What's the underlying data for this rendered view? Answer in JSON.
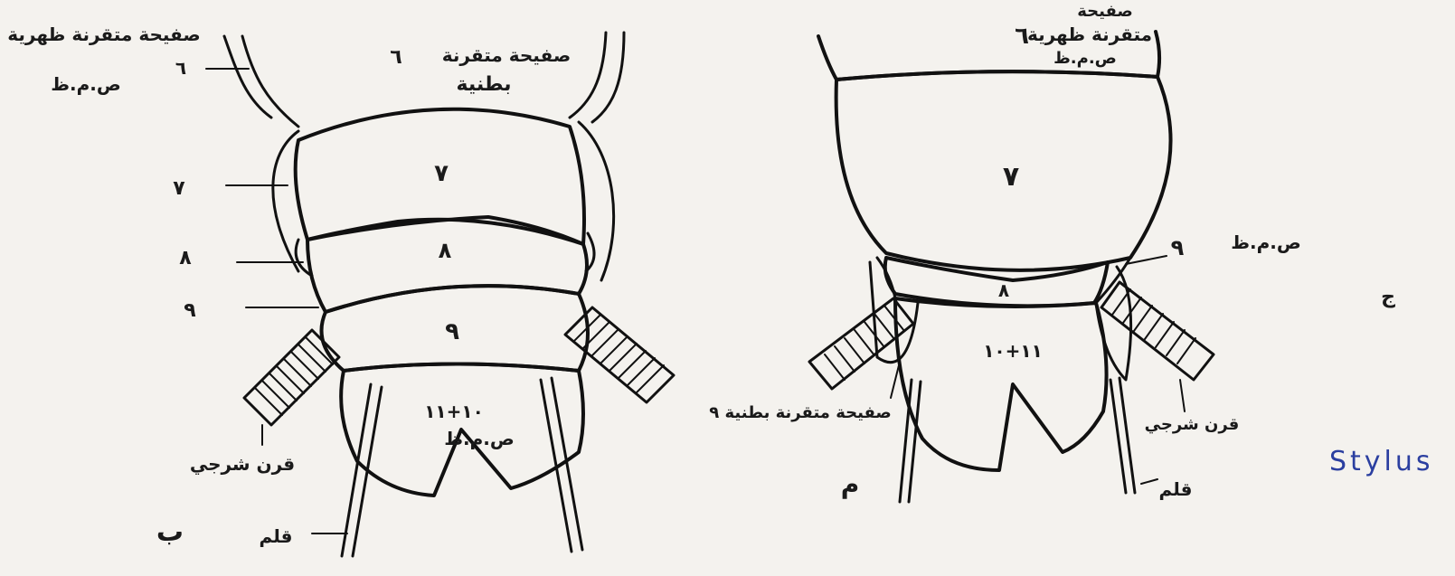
{
  "left_figure": {
    "figure_letter": "ب",
    "tergite_6_label": "صفيحة متقرنة ظهرية",
    "tergite_6_number": "٦",
    "tergite_6_abbrev": "ص.م.ظ",
    "sternite_label_line1": "صفيحة متقرنة",
    "sternite_label_line2": "بطنية",
    "sternite_number": "٦",
    "side_labels": [
      "٧",
      "٨",
      "٩"
    ],
    "segment_numbers": [
      "٧",
      "٨",
      "٩"
    ],
    "seg_10_11": "١٠+١١",
    "seg_abbrev": "ص.م.ظ",
    "cercus_label": "قرن شرجي",
    "stylus_label": "قلم"
  },
  "right_figure": {
    "figure_letter": "م",
    "tergite_6_line1": "صفيحة",
    "tergite_6_line2": "متقرنة ظهرية",
    "tergite_6_number": "٦",
    "tergite_6_abbrev": "ص.م.ظ",
    "segment_7": "٧",
    "segment_8": "٨",
    "seg_10_11": "١١+١٠",
    "tergite_9_abbrev": "ص.م.ظ",
    "tergite_9_number": "٩",
    "sternite_9_label": "صفيحة متقرنة بطنية ٩",
    "cercus_label": "قرن شرجي",
    "stylus_label": "قلم",
    "side_mark": "ج"
  },
  "annotation": {
    "stylus_english": "Stylus",
    "color": "#2b3fa0"
  }
}
